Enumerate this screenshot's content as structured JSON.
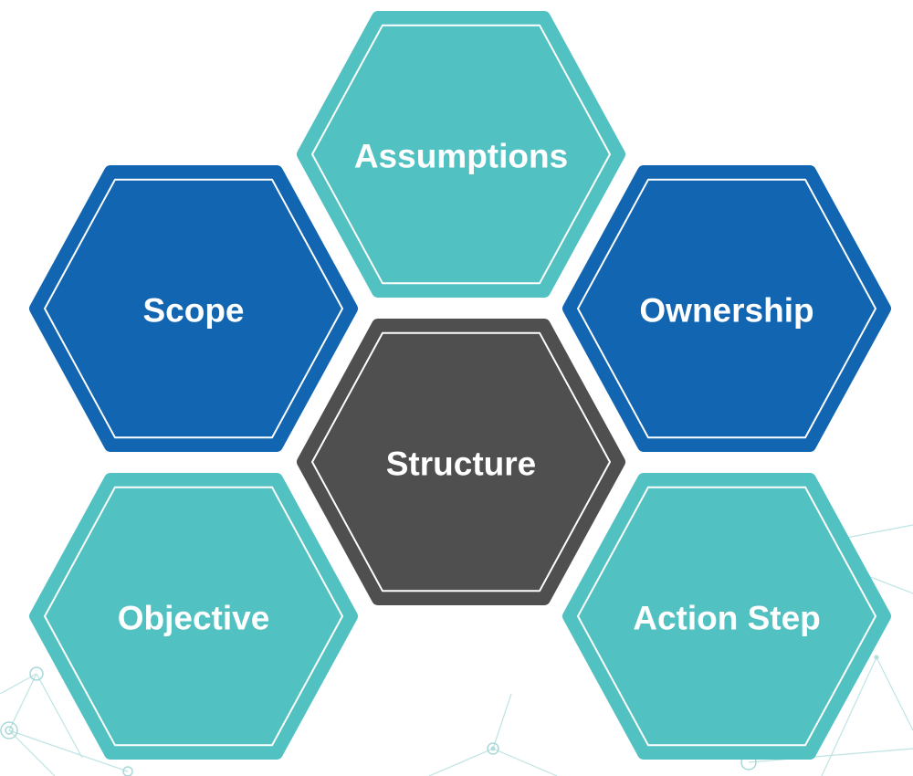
{
  "diagram": {
    "center": {
      "label": "Structure",
      "color": "#4f4f4f"
    },
    "hexagons": [
      {
        "id": "assumptions",
        "label": "Assumptions",
        "color": "#52c1c2"
      },
      {
        "id": "scope",
        "label": "Scope",
        "color": "#1265b0"
      },
      {
        "id": "ownership",
        "label": "Ownership",
        "color": "#1265b0"
      },
      {
        "id": "objective",
        "label": "Objective",
        "color": "#52c1c2"
      },
      {
        "id": "action-step",
        "label": "Action Step",
        "color": "#52c1c2"
      }
    ],
    "outline_color": "#ffffff",
    "background_network_color": "#bfe3e3"
  }
}
